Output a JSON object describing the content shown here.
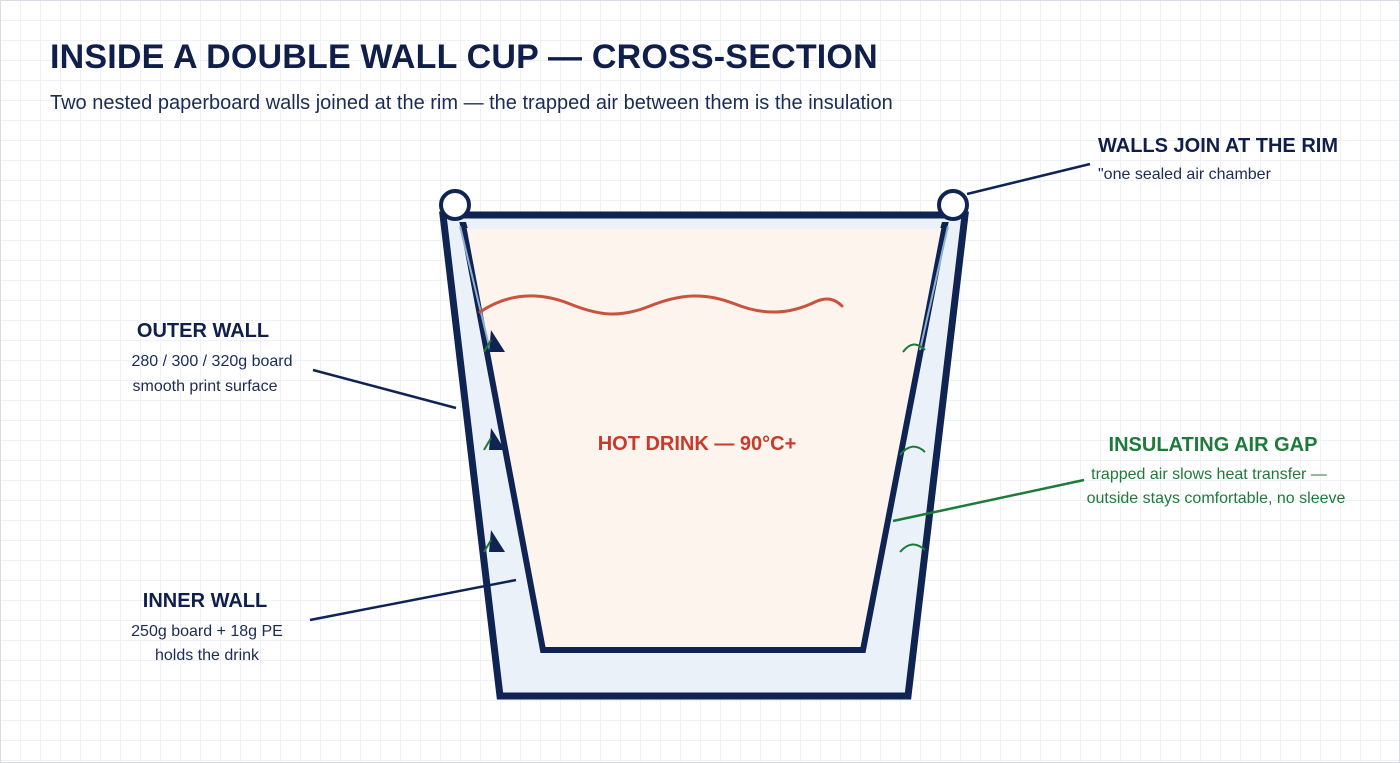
{
  "header": {
    "title": "INSIDE A DOUBLE WALL CUP — CROSS-SECTION",
    "subtitle": "Two nested paperboard walls joined at the rim — the trapped air between them is the insulation"
  },
  "labels": {
    "rim": {
      "heading": "WALLS JOIN AT THE RIM",
      "line1": "\"one sealed air chamber"
    },
    "outer_wall": {
      "heading": "OUTER WALL",
      "line1": "280 / 300 / 320g board",
      "line2": "smooth print surface"
    },
    "inner_wall": {
      "heading": "INNER WALL",
      "line1": "250g board + 18g PE",
      "line2": "holds the drink"
    },
    "air_gap": {
      "heading": "INSULATING AIR GAP",
      "line1": "trapped air slows heat transfer —",
      "line2": "outside stays comfortable, no sleeve"
    },
    "drink": {
      "text": "HOT DRINK — 90°C+"
    }
  },
  "colors": {
    "navy": "#0f2453",
    "wall_fill": "#eaf1f9",
    "drink_fill": "#fdf4ee",
    "hot": "#c83a2a",
    "air_green": "#1e7a3a"
  }
}
